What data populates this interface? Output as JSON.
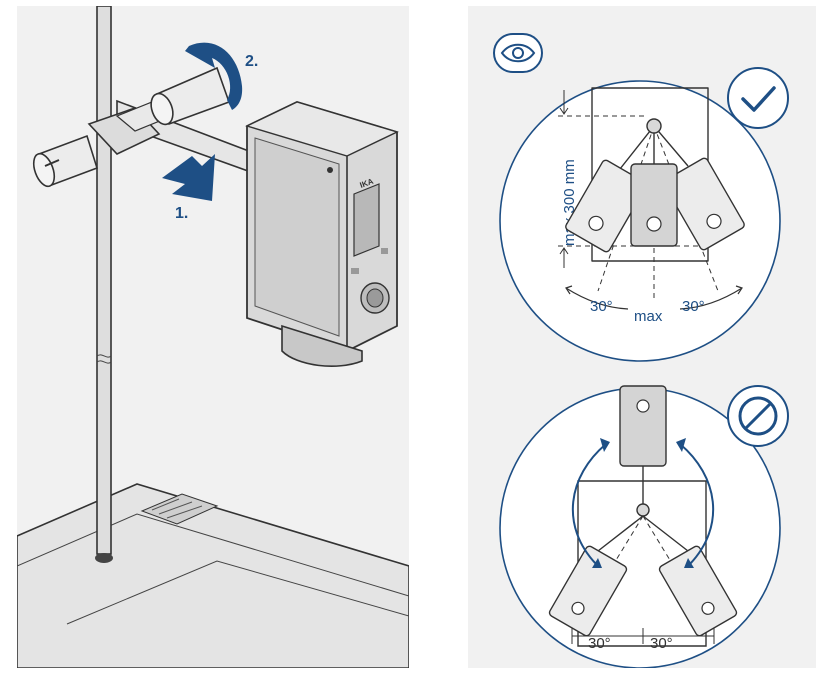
{
  "left_panel": {
    "step1_label": "1.",
    "step2_label": "2.",
    "device_brand": "IKA"
  },
  "right_panel": {
    "top": {
      "height_label": "max 300 mm",
      "angle_left": "30°",
      "angle_center": "max",
      "angle_right": "30°"
    },
    "bottom": {
      "angle_left": "30°",
      "angle_right": "30°"
    }
  },
  "colors": {
    "accent_blue": "#1e4f85",
    "panel_bg": "#f1f1f1",
    "device_gray": "#d9d9d9"
  }
}
